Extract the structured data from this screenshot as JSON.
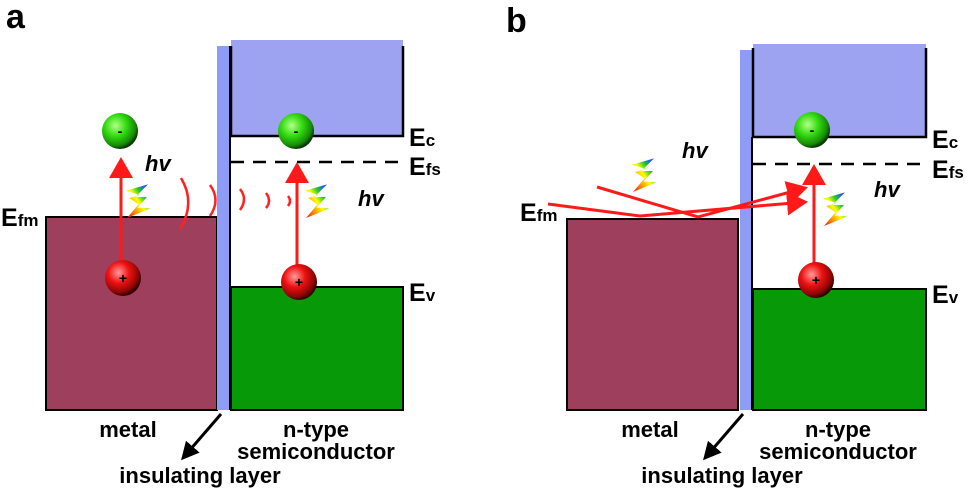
{
  "panels": [
    {
      "id": "a",
      "label": "a",
      "levels": {
        "Ec": {
          "main": "E",
          "sub": "c"
        },
        "Efs": {
          "main": "E",
          "sub": "fs"
        },
        "Ev": {
          "main": "E",
          "sub": "v"
        },
        "Efm": {
          "main": "E",
          "sub": "fm"
        }
      },
      "photon_label": "hv",
      "electron_sign": "-",
      "hole_sign": "+",
      "metal_label": "metal",
      "semiconductor_label_1": "n-type",
      "semiconductor_label_2": "semiconductor",
      "insulator_label": "insulating layer",
      "mechanism": "plasmon near-field (waves from metal into semiconductor)"
    },
    {
      "id": "b",
      "label": "b",
      "levels": {
        "Ec": {
          "main": "E",
          "sub": "c"
        },
        "Efs": {
          "main": "E",
          "sub": "fs"
        },
        "Ev": {
          "main": "E",
          "sub": "v"
        },
        "Efm": {
          "main": "E",
          "sub": "fm"
        }
      },
      "photon_label": "hv",
      "electron_sign": "-",
      "hole_sign": "+",
      "metal_label": "metal",
      "semiconductor_label_1": "n-type",
      "semiconductor_label_2": "semiconductor",
      "insulator_label": "insulating layer",
      "mechanism": "light scattering from metal surface into semiconductor"
    }
  ],
  "colors": {
    "metal": "#9e3f5e",
    "conduction_band": "#9da3f0",
    "insulator": "#8e9cf6",
    "valence_band": "#079907",
    "arrow": "#ff1a1a",
    "electron": "#33dd22",
    "hole": "#ee1111"
  }
}
